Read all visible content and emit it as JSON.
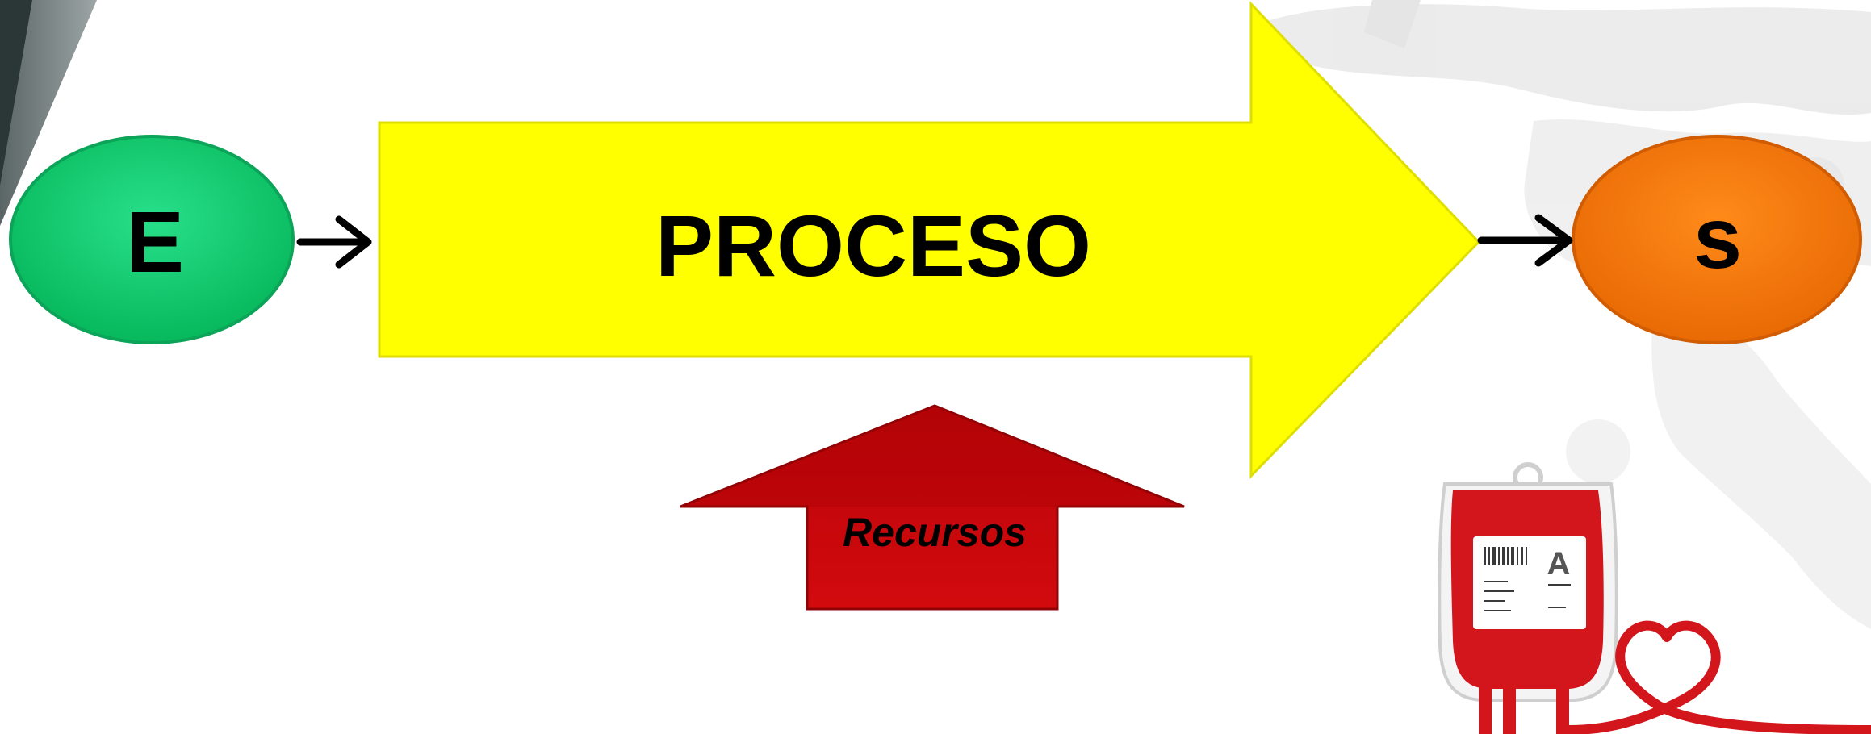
{
  "diagram": {
    "input_node": {
      "label": "E",
      "color": "#0fce6e"
    },
    "process_arrow": {
      "label": "PROCESO",
      "color": "#ffff00"
    },
    "output_node": {
      "label": "s",
      "color": "#f47a0a"
    },
    "resources_arrow": {
      "label": "Recursos",
      "color": "#c8070a"
    },
    "connector_color": "#000000",
    "decoration": {
      "blood_bag_type": "A",
      "bag_color": "#d3151c"
    }
  }
}
